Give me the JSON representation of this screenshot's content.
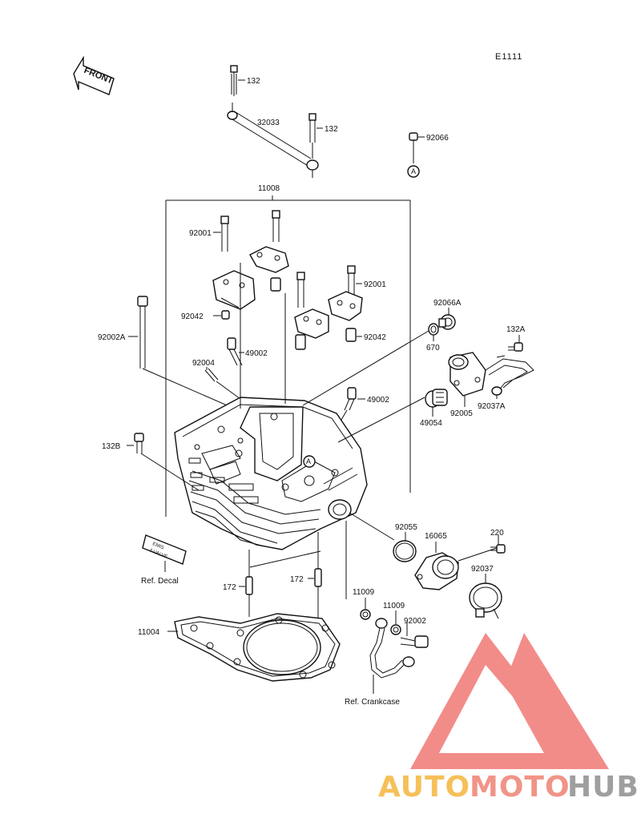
{
  "diagram_code": "E1111",
  "front_label": "FRONT",
  "callout_marker": "A",
  "labels": {
    "p132_top": "132",
    "p32033": "32033",
    "p132_mid": "132",
    "p92066": "92066",
    "p11008": "11008",
    "p92001_left": "92001",
    "p92001_right": "92001",
    "p92042_left": "92042",
    "p92042_right": "92042",
    "p92002A": "92002A",
    "p49002_left": "49002",
    "p92004": "92004",
    "p49002_right": "49002",
    "p92066A": "92066A",
    "p670": "670",
    "p132A": "132A",
    "p49054": "49054",
    "p92005": "92005",
    "p92037A": "92037A",
    "p132B": "132B",
    "p92055": "92055",
    "p16065": "16065",
    "p220": "220",
    "p92037": "92037",
    "p172_left": "172",
    "p172_right": "172",
    "p11009_left": "11009",
    "p11009_right": "11009",
    "p92002": "92002",
    "p11004": "11004",
    "ref_decal": "Ref. Decal",
    "ref_crankcase": "Ref. Crankcase"
  },
  "decal_text": [
    "EMIS",
    "4-VALVE"
  ],
  "watermark": {
    "text_auto": "AUTO",
    "text_moto": "MOTO",
    "text_hub": "HUB",
    "color_auto": "#f5b335",
    "color_moto": "#ef7d6f",
    "color_hub": "#8a8a8a",
    "color_triangle": "#f07470"
  }
}
